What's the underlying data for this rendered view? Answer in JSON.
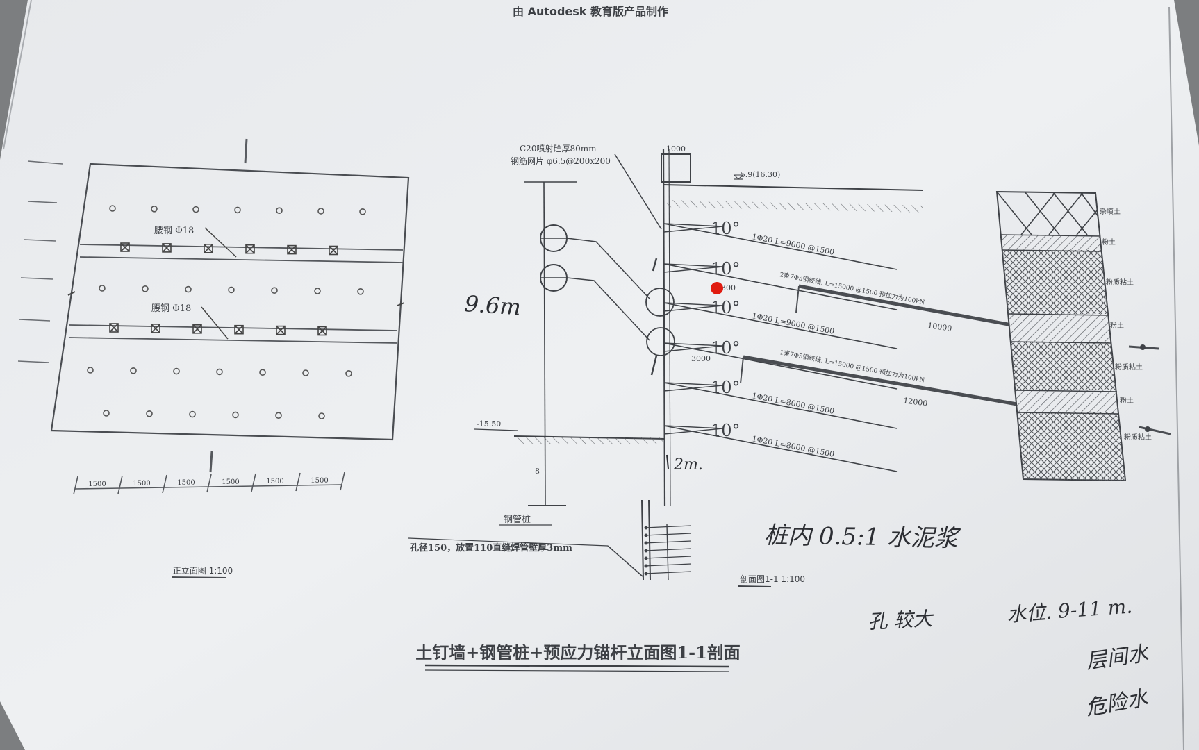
{
  "header": {
    "watermark": "由 Autodesk 教育版产品制作"
  },
  "elevation": {
    "rebar_label_top": "腰钢 Φ18",
    "rebar_label_bottom": "腰钢 Φ18",
    "spacing_labels": [
      "1500",
      "1500",
      "1500",
      "1500",
      "1500",
      "1500"
    ],
    "caption": "正立面图 1:100"
  },
  "section": {
    "shotcrete_line1": "C20喷射砼厚80mm",
    "shotcrete_line2": "钢筋网片 φ6.5@200x200",
    "top_width": "1000",
    "ground_level": "-5.9(16.30)",
    "pit_bottom_level": "-15.50",
    "steel_pipe_pile": "钢管桩",
    "pile_note": "孔径150，放置110直缝焊管壁厚3mm",
    "caption": "剖面图1-1 1:100",
    "dim_8": "8",
    "dim_300": "300",
    "dim_3000": "3000",
    "nails": [
      {
        "mark": "10°",
        "spec": "1Φ20  L=9000 @1500"
      },
      {
        "mark": "10°",
        "spec": ""
      },
      {
        "mark": "10°",
        "spec": "1Φ20  L=9000 @1500"
      },
      {
        "mark": "10°",
        "spec": ""
      },
      {
        "mark": "10°",
        "spec": "1Φ20  L=8000 @1500"
      },
      {
        "mark": "10°",
        "spec": "1Φ20  L=8000 @1500"
      }
    ],
    "anchors": [
      {
        "spec": "2束7Φ5钢绞线, L=15000 @1500 预加力为100kN",
        "length": "10000"
      },
      {
        "spec": "1束7Φ5钢绞线, L=15000 @1500 预加力为100kN",
        "length": "12000"
      }
    ]
  },
  "soil_column": {
    "layers": [
      "杂填土",
      "粉土",
      "粉质粘土",
      "粉土",
      "粉质粘土",
      "粉土",
      "粉质粘土"
    ]
  },
  "handwritten": {
    "depth": "9.6m",
    "embed": "2m.",
    "grout": "桩内 0.5:1 水泥浆",
    "hole": "孔 较大",
    "water_level": "水位. 9-11 m.",
    "note1": "层间水",
    "note2": "危险水"
  },
  "title": {
    "main": "土钉墙+钢管桩+预应力锚杆立面图1-1剖面"
  },
  "marker": {
    "color": "#e01b10"
  }
}
